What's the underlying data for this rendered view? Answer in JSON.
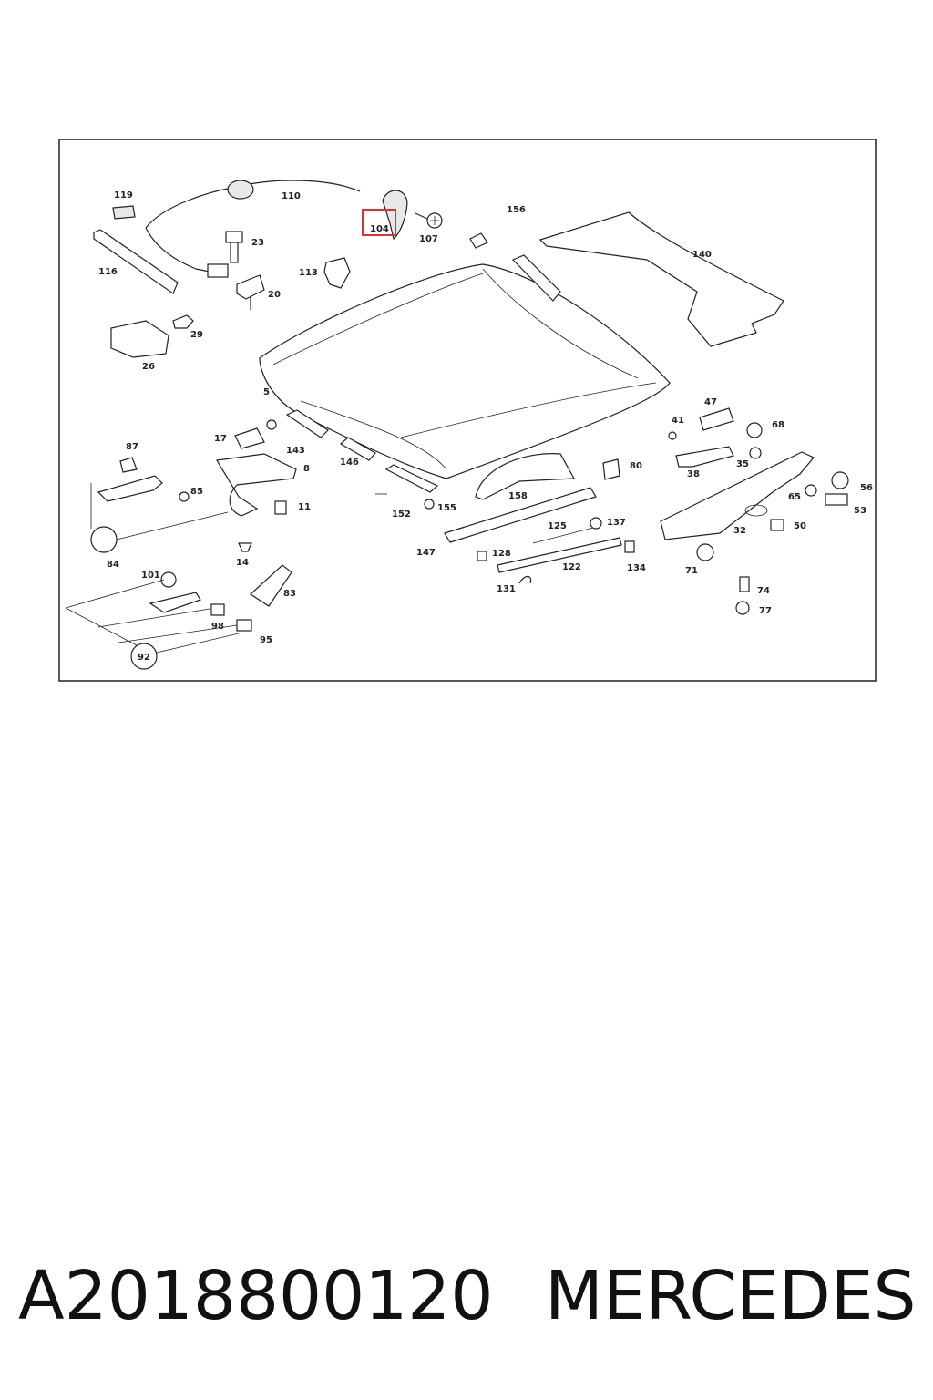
{
  "callouts": {
    "c119": "119",
    "c110": "110",
    "c104": "104",
    "c107": "107",
    "c156": "156",
    "c140": "140",
    "c23": "23",
    "c116": "116",
    "c113": "113",
    "c20": "20",
    "c29": "29",
    "c26": "26",
    "c5": "5",
    "c47": "47",
    "c41": "41",
    "c68": "68",
    "c17": "17",
    "c143": "143",
    "c87": "87",
    "c8": "8",
    "c146": "146",
    "c80": "80",
    "c38": "38",
    "c35": "35",
    "c56": "56",
    "c85": "85",
    "c11": "11",
    "c152": "152",
    "c155": "155",
    "c158": "158",
    "c65": "65",
    "c53": "53",
    "c137": "137",
    "c125": "125",
    "c50": "50",
    "c84": "84",
    "c14": "14",
    "c147": "147",
    "c128": "128",
    "c32": "32",
    "c122": "122",
    "c134": "134",
    "c71": "71",
    "c101": "101",
    "c131": "131",
    "c83": "83",
    "c74": "74",
    "c77": "77",
    "c98": "98",
    "c95": "95",
    "c92": "92"
  },
  "highlighted_part": "104",
  "highlight_color": "#e03030",
  "footer": {
    "part_number": "A2018800120",
    "brand": "MERCEDES"
  }
}
